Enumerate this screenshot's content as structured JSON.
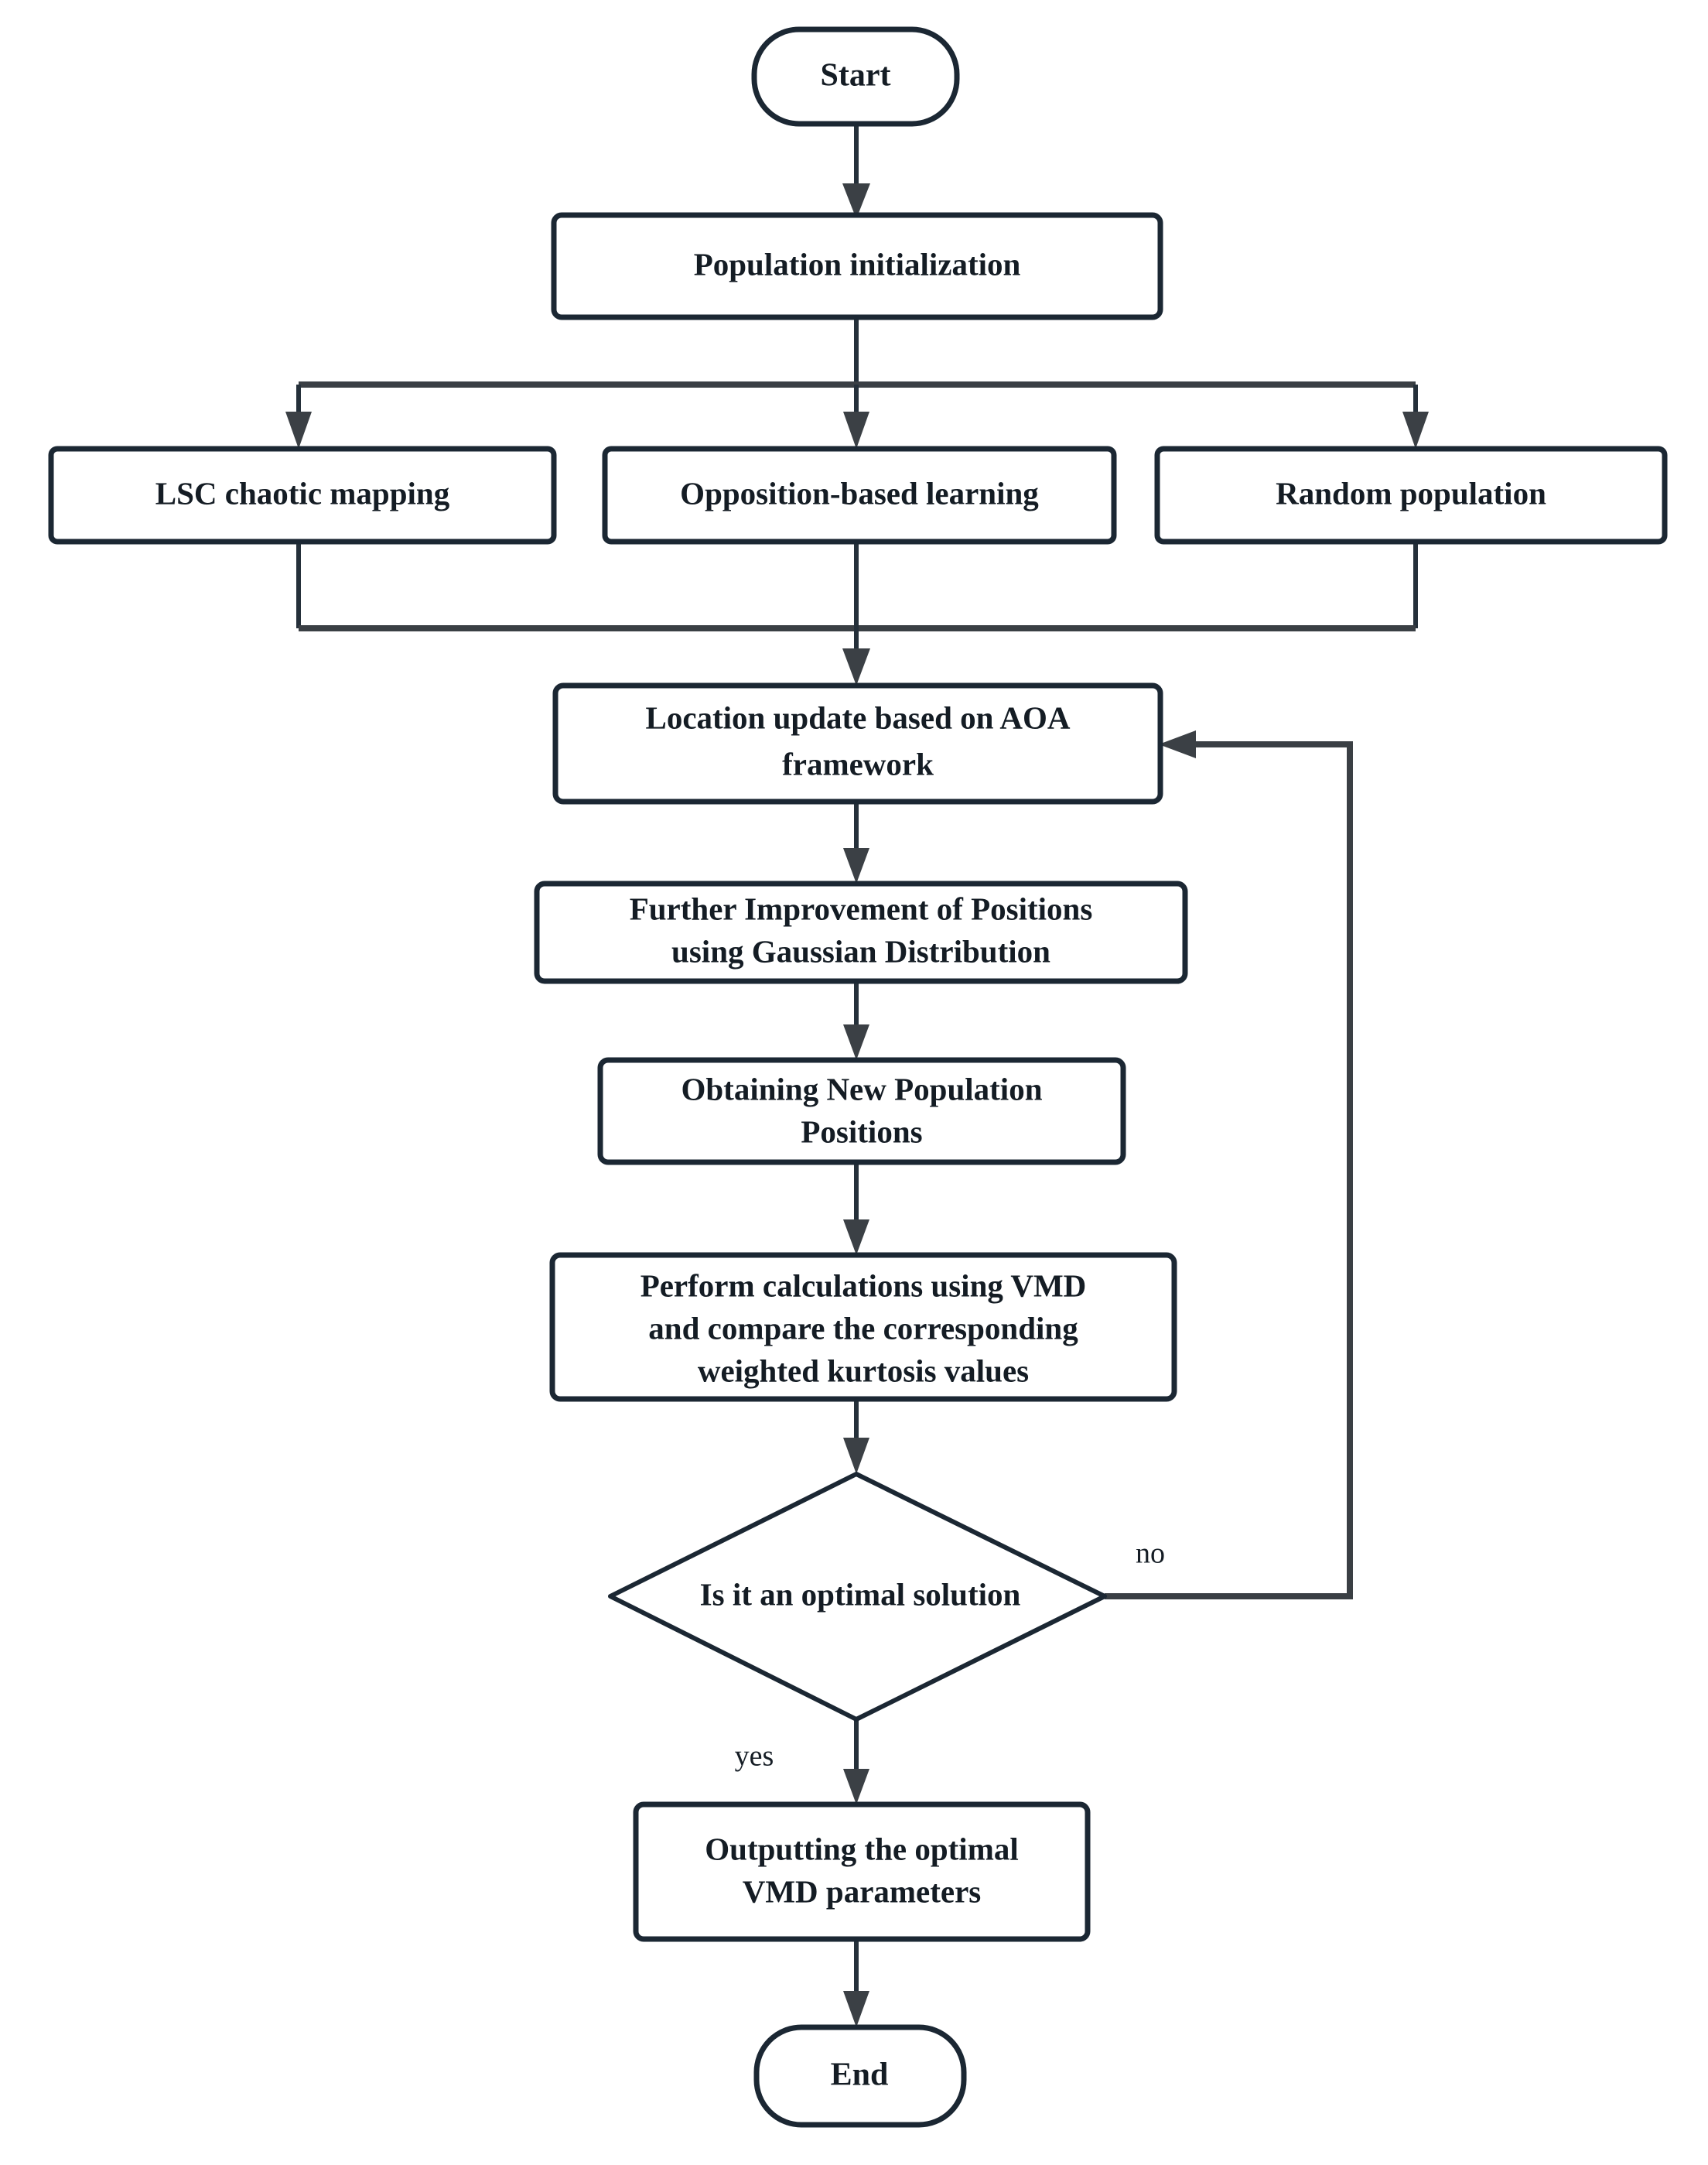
{
  "diagram": {
    "type": "flowchart",
    "title": "",
    "background_color": "#ffffff",
    "line_color": "#1b2733",
    "text_color": "#141c24",
    "nodes": {
      "start": {
        "label": "Start",
        "shape": "stadium"
      },
      "population_init": {
        "label": "Population initialization",
        "shape": "rectangle"
      },
      "lsc_chaotic": {
        "label": "LSC chaotic mapping",
        "shape": "rectangle"
      },
      "opposition": {
        "label": "Opposition-based learning",
        "shape": "rectangle"
      },
      "random_population": {
        "label": "Random population",
        "shape": "rectangle"
      },
      "aoa_update_l1": {
        "label": "Location update based on AOA",
        "shape": "rectangle"
      },
      "aoa_update_l2": {
        "label": "framework"
      },
      "gaussian_l1": {
        "label": "Further Improvement of Positions",
        "shape": "rectangle"
      },
      "gaussian_l2": {
        "label": "using Gaussian Distribution"
      },
      "new_positions_l1": {
        "label": "Obtaining New Population",
        "shape": "rectangle"
      },
      "new_positions_l2": {
        "label": "Positions"
      },
      "vmd_calc_l1": {
        "label": "Perform calculations using VMD",
        "shape": "rectangle"
      },
      "vmd_calc_l2": {
        "label": "and compare the corresponding"
      },
      "vmd_calc_l3": {
        "label": "weighted kurtosis values"
      },
      "decision": {
        "label": "Is it an optimal solution",
        "shape": "diamond"
      },
      "output_l1": {
        "label": "Outputting the optimal",
        "shape": "rectangle"
      },
      "output_l2": {
        "label": "VMD parameters"
      },
      "end": {
        "label": "End",
        "shape": "stadium"
      }
    },
    "edge_labels": {
      "no": "no",
      "yes": "yes"
    }
  }
}
